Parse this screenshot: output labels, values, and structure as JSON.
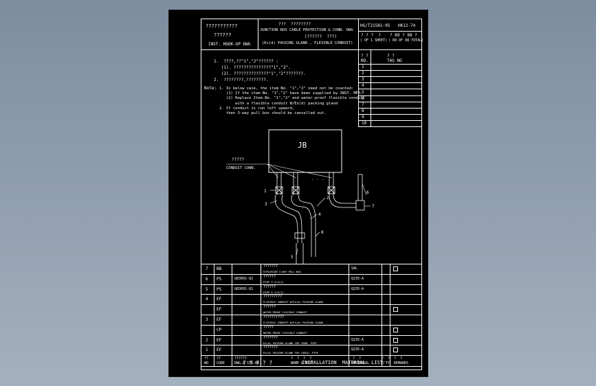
{
  "title_block": {
    "left_line1": "???????????",
    "left_line2": "??????",
    "left_line3": "INST. HOOK-UP DWG",
    "mid_line1": "???  ????????",
    "mid_line2": "JUNCTION BOX CABLE PROTECTION & CONN. DWG",
    "mid_line3": "(??????  ???)",
    "mid_line4": "(Ex(d) PACKING GLAND , FLEXIBLE CONDUIT)",
    "drawing_no": "HG/T21581-95",
    "sheet_ref": "HK12-74",
    "sheet_num_labels": "? ? ?  ?",
    "sheet_num": "( OF 1 SHEET)",
    "total_labels": "? 89 ? 98 ?",
    "total": "( 89 OF 98 TOTAL)"
  },
  "tag_table": {
    "header_no": "? ?\nNO.",
    "header_tag": "? ?\nTAG NO",
    "rows": [
      "1",
      "2",
      "3",
      "4",
      "5",
      "6",
      "7",
      "8",
      "9",
      "10"
    ]
  },
  "notes": {
    "cn_items": [
      "1.  ????,??\"1\",\"2\"?????? :",
      "   (1). ???????????????\"1\",\"2\".",
      "   (2). ??????????????\"1\",\"2\"???????.",
      "2.  ????????,????????."
    ],
    "note_label": "Note:",
    "en_items": [
      "1. In below case, the item No. \"1\",\"2\" need not be counted:",
      "   (1) If the item No. \"1\",\"2\" have been supplied by INST. MFR.",
      "   (2) Replace Item No. \"1\",\"2\" and water-proof flexible conduit",
      "       with a flexible conduit W/Ex(d) packing gland",
      "2. If conduit is run left upward,",
      "   then 3-way pull box should be cancelled out."
    ]
  },
  "drawing": {
    "jb_label": "JB",
    "conduit_cn": "?????",
    "conduit_label": "CONDUIT CONN.",
    "dots": ". . .",
    "callouts": [
      "1",
      "2",
      "3",
      "4",
      "5",
      "6",
      "7",
      "8"
    ]
  },
  "material_list": {
    "rows": [
      {
        "no": "7",
        "code": "BB",
        "std": "",
        "name_cn": "???????",
        "name": "EXPLOSION 3-WAY PULL BOX",
        "material": "SAL",
        "qty": "",
        "remarks": "box"
      },
      {
        "no": "6",
        "code": "PS",
        "std": "GB3091-82",
        "name_cn": "??????",
        "name": "PIPE G 3/4(1)",
        "material": "Q235-A",
        "qty": "",
        "remarks": ""
      },
      {
        "no": "5",
        "code": "PS",
        "std": "GB3091-82",
        "name_cn": "??????",
        "name": "PIPE G 1/2(1)",
        "material": "Q235-A",
        "qty": "",
        "remarks": ""
      },
      {
        "no": "4",
        "code": "EF",
        "std": "",
        "name_cn": "?????????",
        "name": "FLEXIBLE CONDUIT W/Ex(d) PACKING GLAND",
        "material": "",
        "qty": "",
        "remarks": ""
      },
      {
        "no": "",
        "code": "EF",
        "std": "",
        "name_cn": "??????",
        "name": "WATER-PROOF FLEXIBLE CONDUIT",
        "material": "",
        "qty": "",
        "remarks": "box"
      },
      {
        "no": "3",
        "code": "EF",
        "std": "",
        "name_cn": "??????????",
        "name": "FLEXIBLE CONDUIT W/Ex(d) PACKING GLAND",
        "material": "",
        "qty": "",
        "remarks": ""
      },
      {
        "no": "",
        "code": "CP",
        "std": "",
        "name_cn": "?????",
        "name": "WATER-PROOF FLEXIBLE CONDUIT",
        "material": "",
        "qty": "",
        "remarks": "box"
      },
      {
        "no": "2",
        "code": "EF",
        "std": "",
        "name_cn": "???????",
        "name": "Ex(d) PACKING GLAND FOR CONN. PIPE",
        "material": "Q235-A",
        "qty": "",
        "remarks": "box"
      },
      {
        "no": "1",
        "code": "EF",
        "std": "",
        "name_cn": "???????",
        "name": "Ex(d) PACKING GLAND FOR CABLE, PIPE",
        "material": "Q235-A",
        "qty": "",
        "remarks": "box"
      }
    ],
    "header": {
      "no": "??\nNO",
      "code": "??\nCODE",
      "std": "??????\nDWG.& STD.NO.",
      "name": "?  ?  ?  ?\nNAME & SIZE",
      "material": "?  ?\nMATERIAL",
      "qty": "?  ?\nQ'TY",
      "remarks": "?  ?\nREMARKS"
    },
    "title_cn": "? ? ? ? ?",
    "title_en": "INSTALLATION  MATERIAL  LIST"
  }
}
